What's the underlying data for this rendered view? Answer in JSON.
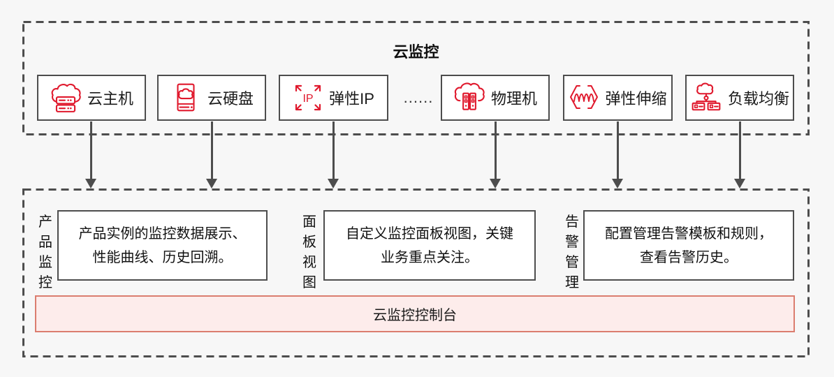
{
  "colors": {
    "canvas_bg": "#F7F7F7",
    "dash_border": "#4D4D4D",
    "icon_red": "#E0192D",
    "console_bg": "#FDECEB",
    "console_border": "#DB7D6F"
  },
  "top_panel": {
    "title": "云监控",
    "ellipsis": "......",
    "nodes": [
      {
        "label": "云主机",
        "icon": "cloud-host-icon"
      },
      {
        "label": "云硬盘",
        "icon": "cloud-disk-icon"
      },
      {
        "label": "弹性IP",
        "icon": "elastic-ip-icon",
        "icon_text": "IP"
      },
      {
        "label": "物理机",
        "icon": "physical-machine-icon"
      },
      {
        "label": "弹性伸缩",
        "icon": "auto-scaling-icon"
      },
      {
        "label": "负载均衡",
        "icon": "load-balancer-icon"
      }
    ]
  },
  "bottom_panel": {
    "sections": [
      {
        "vertical_label": "产品监控",
        "lines": [
          "产品实例的监控数据展示、",
          "性能曲线、历史回溯。"
        ]
      },
      {
        "vertical_label": "面板视图",
        "lines": [
          "自定义监控面板视图，关键",
          "业务重点关注。"
        ]
      },
      {
        "vertical_label": "告警管理",
        "lines": [
          "配置管理告警模板和规则，",
          "查看告警历史。"
        ]
      }
    ],
    "console_label": "云监控控制台"
  }
}
